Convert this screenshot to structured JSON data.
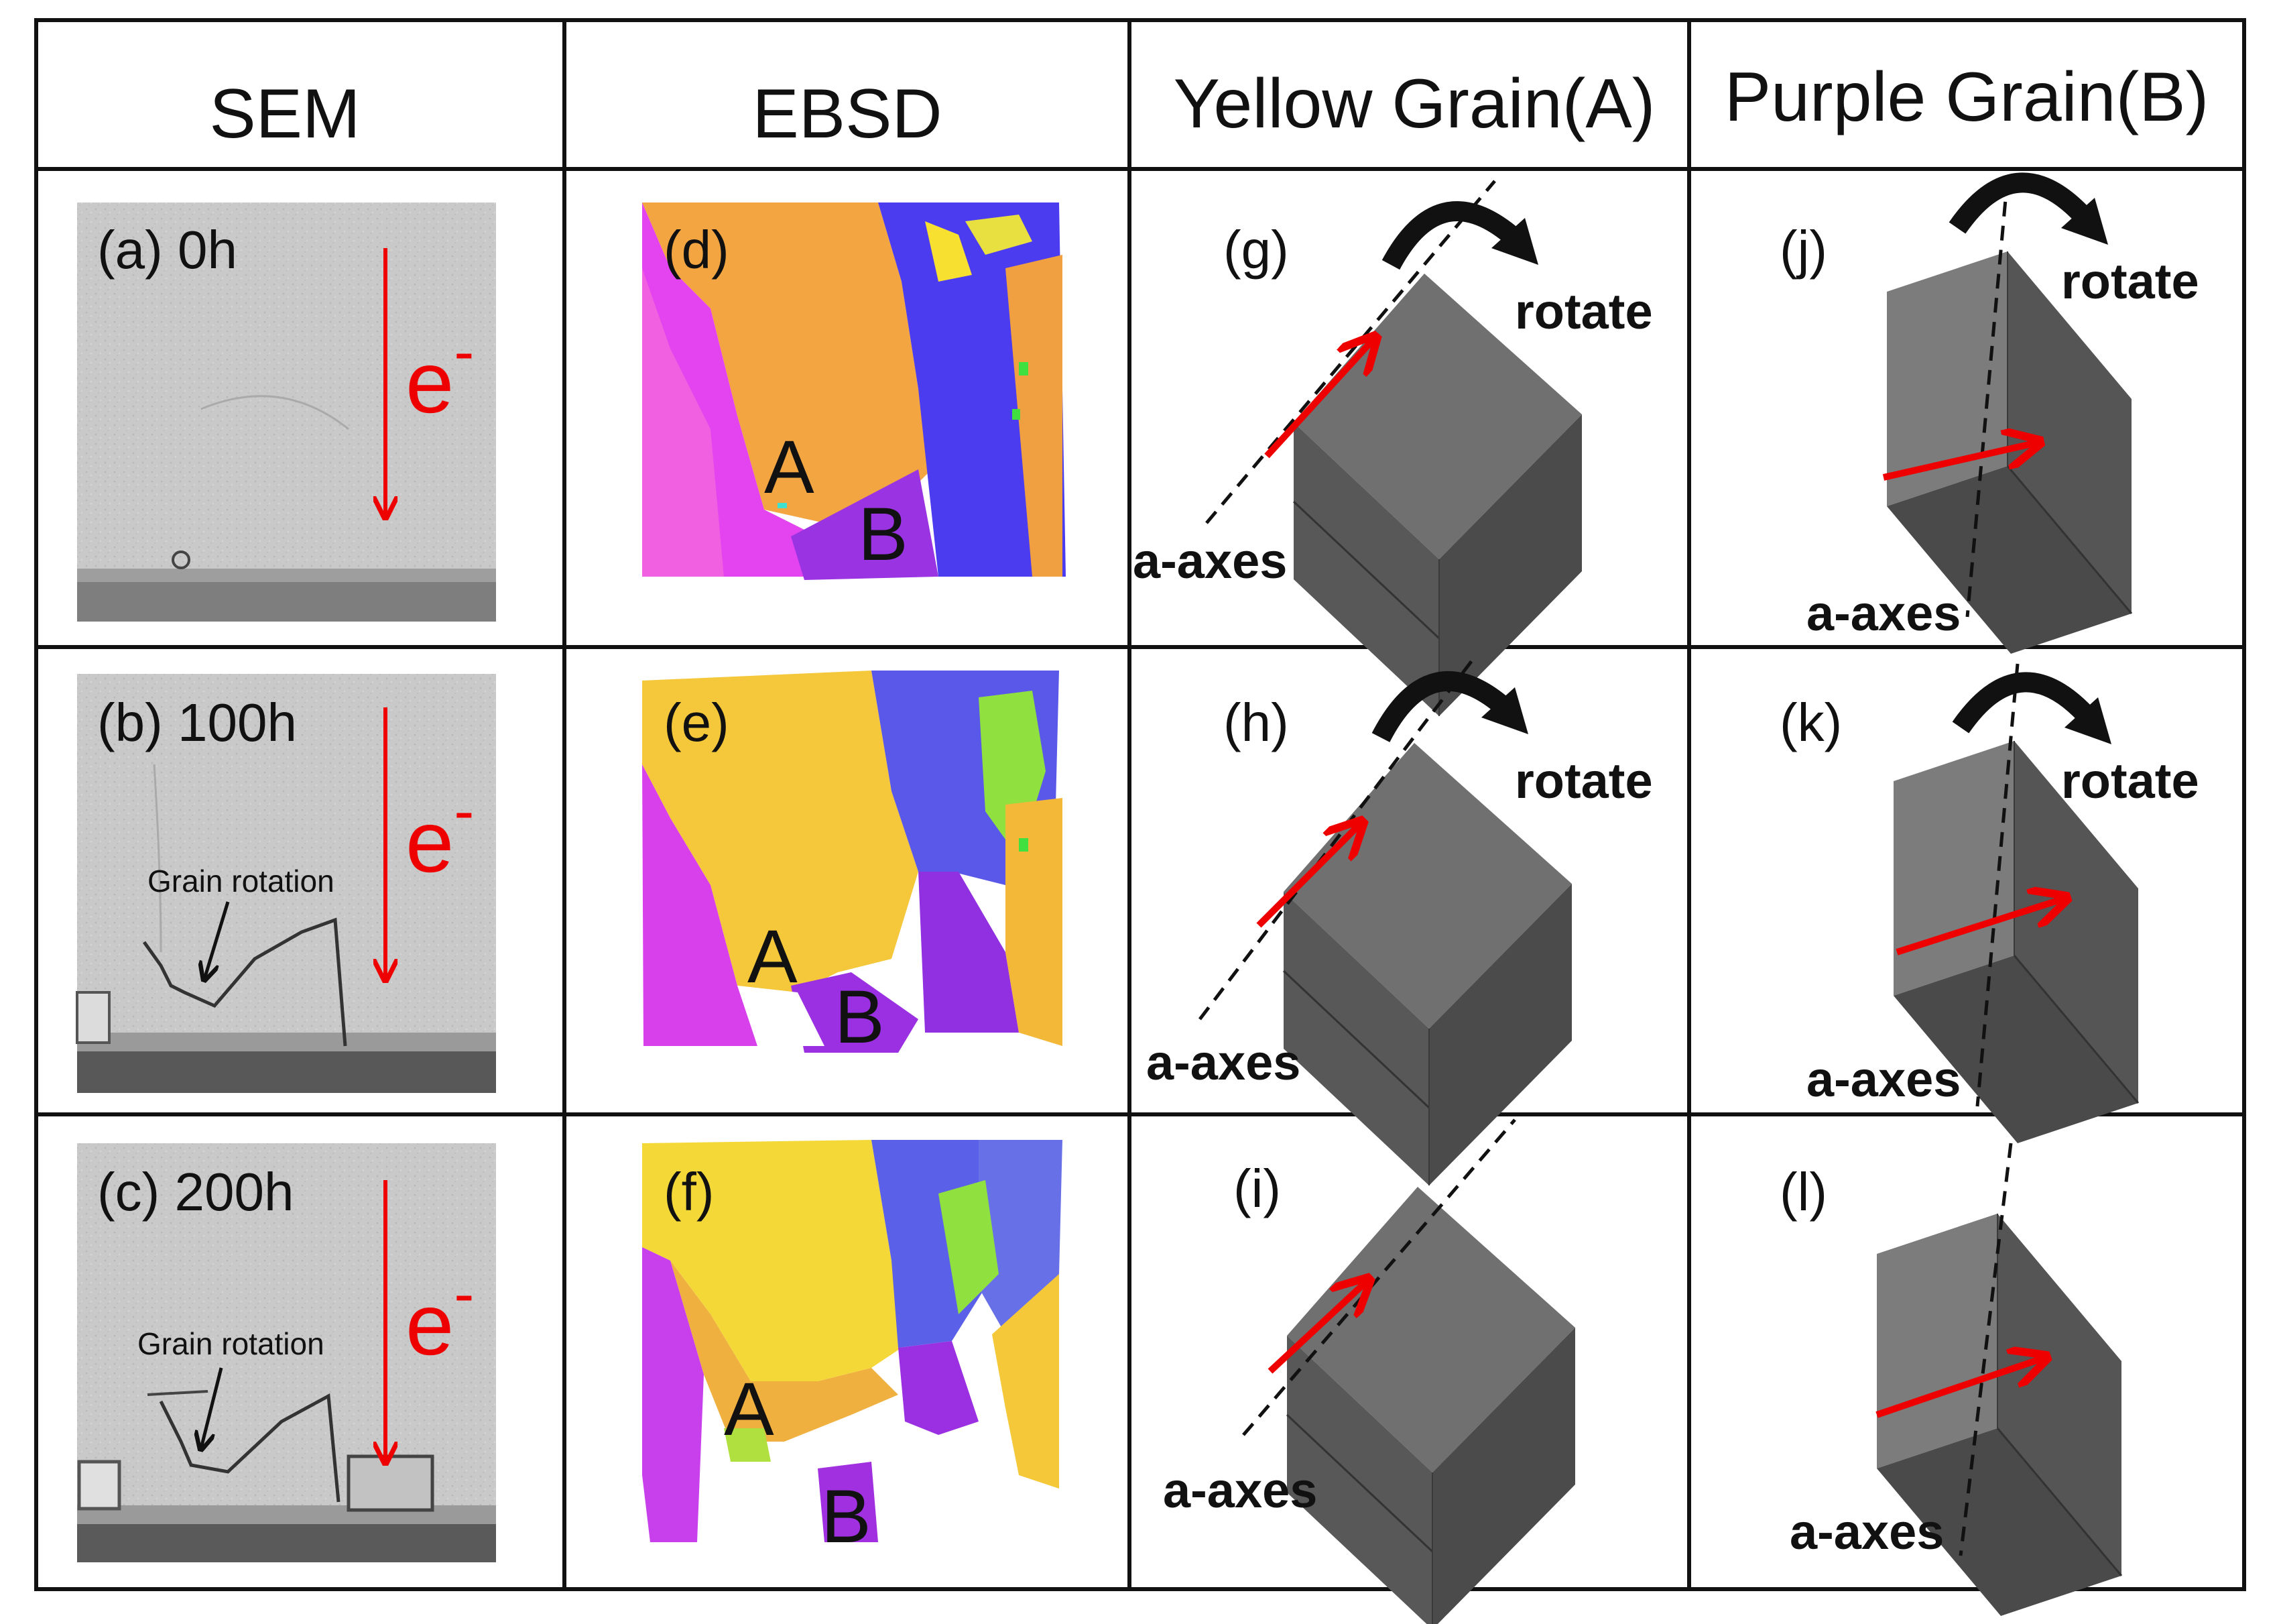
{
  "headers": [
    "SEM",
    "EBSD",
    "Yellow Grain(A)",
    "Purple Grain(B)"
  ],
  "sem": [
    {
      "label": "(a) 0h",
      "electron": "e",
      "note": ""
    },
    {
      "label": "(b) 100h",
      "electron": "e",
      "note": "Grain rotation"
    },
    {
      "label": "(c) 200h",
      "electron": "e",
      "note": "Grain rotation"
    }
  ],
  "ebsd": [
    {
      "label": "(d)",
      "grain_a": "A",
      "grain_b": "B"
    },
    {
      "label": "(e)",
      "grain_a": "A",
      "grain_b": "B"
    },
    {
      "label": "(f)",
      "grain_a": "A",
      "grain_b": "B"
    }
  ],
  "grain_a": [
    {
      "label": "(g)",
      "rotate": "rotate",
      "axis": "a-axes"
    },
    {
      "label": "(h)",
      "rotate": "rotate",
      "axis": "a-axes"
    },
    {
      "label": "(i)",
      "rotate": "",
      "axis": "a-axes"
    }
  ],
  "grain_b": [
    {
      "label": "(j)",
      "rotate": "rotate",
      "axis": "a-axes"
    },
    {
      "label": "(k)",
      "rotate": "rotate",
      "axis": "a-axes"
    },
    {
      "label": "(l)",
      "rotate": "",
      "axis": "a-axes"
    }
  ],
  "colors": {
    "electron_arrow": "#ee0000",
    "cube_top": "#6e6e6e",
    "cube_front": "#565656",
    "cube_side": "#474747",
    "ebsd_orange": "#f4a640",
    "ebsd_magenta": "#e040f0",
    "ebsd_purple": "#9a30e0",
    "ebsd_blue": "#4a40f0",
    "ebsd_yellow": "#f8e020",
    "ebsd_green": "#70e030"
  }
}
